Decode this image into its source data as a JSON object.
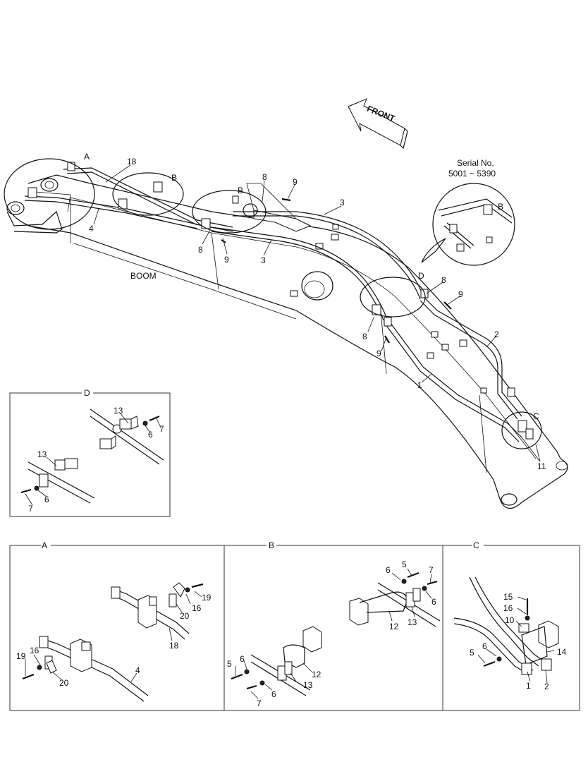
{
  "front_arrow": {
    "label": "FRONT"
  },
  "serial": {
    "line1": "Serial No.",
    "line2": "5001 ~ 5390"
  },
  "boom_label": "BOOM",
  "main_callouts": {
    "a": "A",
    "b1": "B",
    "b2": "B",
    "b3": "B",
    "c": "C",
    "d": "D",
    "n18": "18",
    "n8a": "8",
    "n9a": "9",
    "n3a": "3",
    "n4": "4",
    "n8b": "8",
    "n9b": "9",
    "n3b": "3",
    "n8c": "8",
    "n9c": "9",
    "n8d": "8",
    "n9d": "9",
    "n2": "2",
    "n1": "1",
    "n11": "11"
  },
  "detail_d": {
    "title": "D",
    "callouts": {
      "n13a": "13",
      "n6a": "6",
      "n7a": "7",
      "n13b": "13",
      "n6b": "6",
      "n7b": "7"
    }
  },
  "detail_a": {
    "title": "A",
    "callouts": {
      "n19a": "19",
      "n16a": "16",
      "n20a": "20",
      "n18": "18",
      "n16b": "16",
      "n19b": "19",
      "n20b": "20",
      "n4": "4"
    }
  },
  "detail_b": {
    "title": "B",
    "callouts": {
      "n6a": "6",
      "n5a": "5",
      "n7a": "7",
      "n6b": "6",
      "n12a": "12",
      "n13a": "13",
      "n6c": "6",
      "n5b": "5",
      "n12b": "12",
      "n7b": "7",
      "n6d": "6",
      "n13b": "13"
    }
  },
  "detail_c": {
    "title": "C",
    "callouts": {
      "n15": "15",
      "n16": "16",
      "n10": "10",
      "n14": "14",
      "n6": "6",
      "n5": "5",
      "n1": "1",
      "n2": "2"
    }
  }
}
